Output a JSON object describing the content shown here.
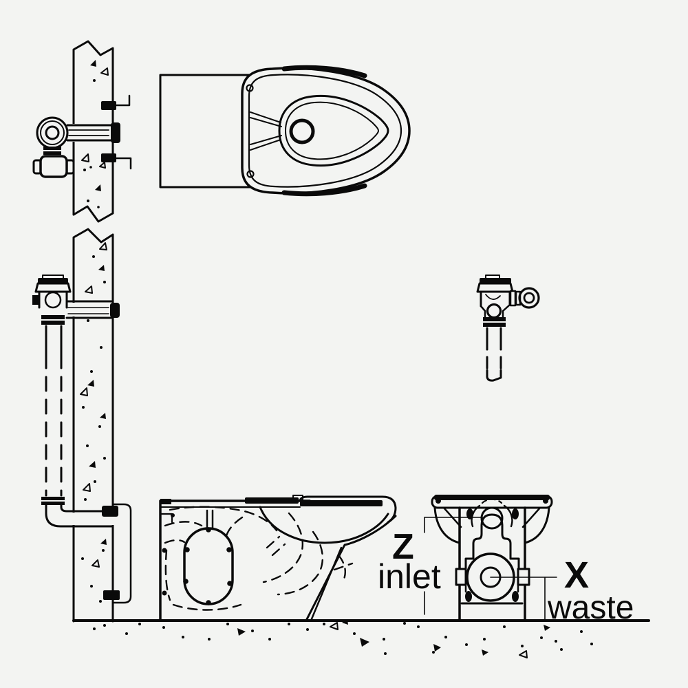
{
  "diagram": {
    "colors": {
      "background": "#f3f4f2",
      "line": "#0a0a0a"
    },
    "dimensions": {
      "inlet_symbol": "Z",
      "inlet_label": "inlet",
      "waste_symbol": "X",
      "waste_label": "waste"
    }
  }
}
